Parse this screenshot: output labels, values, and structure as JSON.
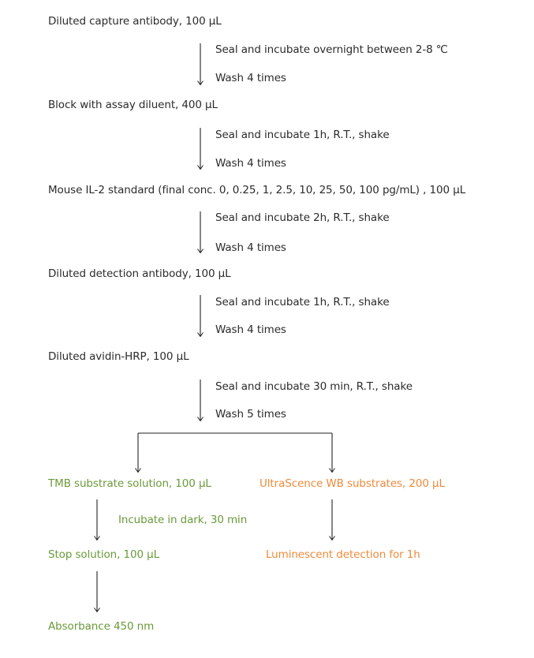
{
  "colors": {
    "text": "#2b2b2b",
    "green": "#6a9a3a",
    "orange": "#ee8a3a",
    "line": "#222222"
  },
  "steps": [
    "Diluted capture antibody, 100 μL",
    "Block with assay diluent, 400 μL",
    "Mouse IL-2 standard (final conc. 0, 0.25, 1, 2.5, 10, 25, 50, 100 pg/mL) , 100 μL",
    "Diluted detection antibody, 100 μL",
    "Diluted avidin-HRP, 100 μL"
  ],
  "transitions": [
    {
      "incubate": "Seal and incubate overnight between 2-8 ℃",
      "wash": "Wash 4 times"
    },
    {
      "incubate": "Seal and incubate 1h, R.T., shake",
      "wash": "Wash 4 times"
    },
    {
      "incubate": "Seal and incubate 2h, R.T., shake",
      "wash": "Wash 4 times"
    },
    {
      "incubate": "Seal and incubate 1h, R.T., shake",
      "wash": "Wash 4 times"
    },
    {
      "incubate": "Seal and incubate 30 min, R.T., shake",
      "wash": "Wash 5 times"
    }
  ],
  "branch_left": {
    "substrate": "TMB substrate solution, 100 μL",
    "incubate": "Incubate in dark, 30 min",
    "stop": "Stop solution, 100 μL",
    "readout": "Absorbance 450 nm"
  },
  "branch_right": {
    "substrate": "UltraScence WB substrates, 200 μL",
    "readout": "Luminescent detection for 1h"
  }
}
